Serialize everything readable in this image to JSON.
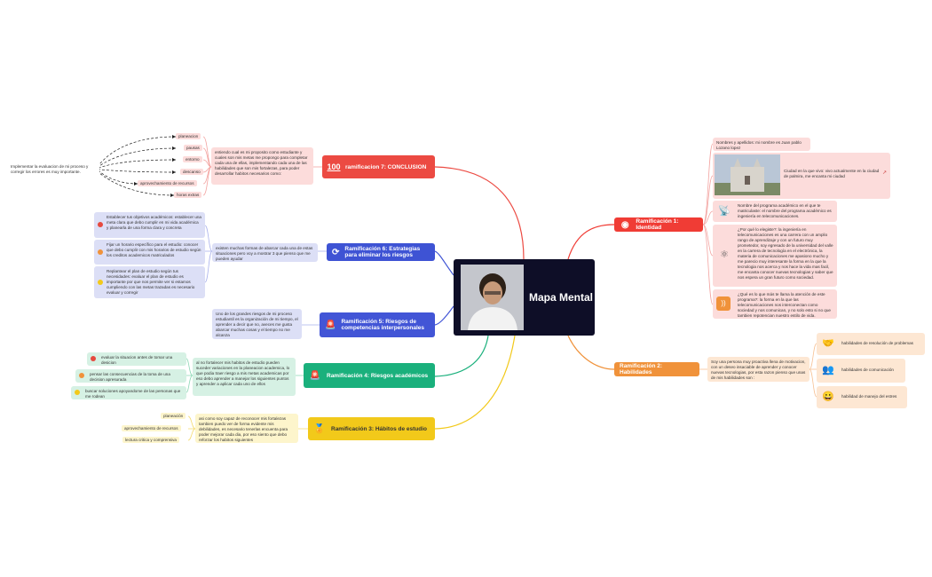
{
  "central": {
    "title": "Mapa Mental"
  },
  "branches": {
    "b1": {
      "label": "Ramificación 1: Identidad",
      "color": "#f03c35"
    },
    "b2": {
      "label": "Ramificación 2: Habilidades",
      "color": "#f0923a"
    },
    "b3": {
      "label": "Ramificación 3: Hábitos de estudio",
      "color": "#f2c91a"
    },
    "b4": {
      "label": "Ramificación 4: Riesgos académicos",
      "color": "#1ab07c"
    },
    "b5": {
      "label": "Ramificación 5: Riesgos de competencias interpersonales",
      "color": "#4255d6"
    },
    "b6": {
      "label": "Ramificación 6: Estrategias para eliminar los riesgos",
      "color": "#3e53d4"
    },
    "b7": {
      "label": "ramificacion 7: CONCLUSION",
      "color": "#ec4a42"
    }
  },
  "identity": {
    "name": "Nombres y apellidos: mi nombre es Juan pablo Lozano lopez",
    "city": "Ciudad en la que vivo: vivo actualmente en la ciudad de palmira, me encanta mi ciudad",
    "program": "Nombre del programa académico en el que te matriculaste: el nombre del programa académico es ingeniería en telecomunicaciones.",
    "why": "¿Por qué lo elegiste?: la ingeniería en telecomunicaciones es una carrera con un amplio rango de aprendizaje y con un futuro muy prometedor, soy egresado de la universidad del valle en la carrera de tecnología en el electrónica, la materia de comunicaciones me apasiono mucho y me parecio muy interesante la forma en la que la tecnologia nos acerca y nos hace la vida mas facil, me encanta conocer nuevas tecnologias y saber que nos espera un gran futuro como sociedad.",
    "attention": "¿Qué es lo que más te llama la atención de este programa?: la forma en la que las telecomunicaciones nos interconectan como sociedad y nos comunican, y no solo esto si no que tambien repotencian nuestro estilo de vida."
  },
  "skills": {
    "note": "Soy una persona muy proactiva llena de motivacion, con un deseo insaciable de aprender y conocer nuevas tecnologias, por esta razon pienso que unas de mis habilidades son :",
    "items": [
      "habilidades de resolución de problemas",
      "habilidades de comunicación",
      "habilidad de manejo del estres"
    ]
  },
  "habits": {
    "note": "asi como soy capaz de reconocer mis fortalezas tambien puedo ver de forma evidente mis debilidades, es necesario tenerlas encuenta para poder mejorar cada dia, por eso siento que debo reforzar los habitos siguientes",
    "items": [
      "planeación",
      "aprovechamiento de recursos",
      "lectura critica y comprensiva"
    ]
  },
  "risks": {
    "note": "al no fortalecer mis habitos de estudio pueden suceder variaciones en la planeacion academica, lo que podia traer riesgo a mis metas academicas por eso debo aprender a manejar los siguientes puntos y aprender a aplicar cada uno de ellos",
    "items": [
      "evaluar la situacion antes de tomar una desicion",
      "pensar las consecuencias de la toma de una decision apresurada",
      "buscar soluciones apoyandome de las personas que me rodean"
    ]
  },
  "interpersonal": {
    "note": "Uno de los grandes riesgos de mi proceso estudiantil es la organización de mi tiempo, el aprender a decir que no, aveces me gusta abarcar muchas cosas y el tiempo no me alcanza"
  },
  "strategies": {
    "note": "existen muchas formas de abarcar cada una de estas situaciones pero voy a mostrar 3 que pienso que me pueden ayudar",
    "items": [
      "Establecer tus objetivos académicos: establecer una meta clara que debo cumplir en mi vida académica y planearla de una forma clara y concreta",
      "Fijar un horario específico para el estudio: conocer que debo cumplir con mis horarios de estudio según los creditos academicos matriculados",
      "Replantear el plan de estudio según tus necesidades: evaluar el plan de estudio es importante por que nos permite ver si estamos cumpliendo con las metas trazadas es necesario evaluar y corregir"
    ]
  },
  "conclusion": {
    "note": "entiendo cual es mi proposito como estudiante y cuales son mis metas me propongo para completar cada una de ellas, implementando cada una de las habilidades que son mis fortalezas, para poder desarrollar habitos necesarios como:",
    "items": [
      "planeacion",
      "pausas",
      "entorno",
      "descanso",
      "aprovechamiento de recursos",
      "horas extras"
    ],
    "side": "Implementar la evaluacion de mi proceso y corregir los errores es muy importante."
  }
}
